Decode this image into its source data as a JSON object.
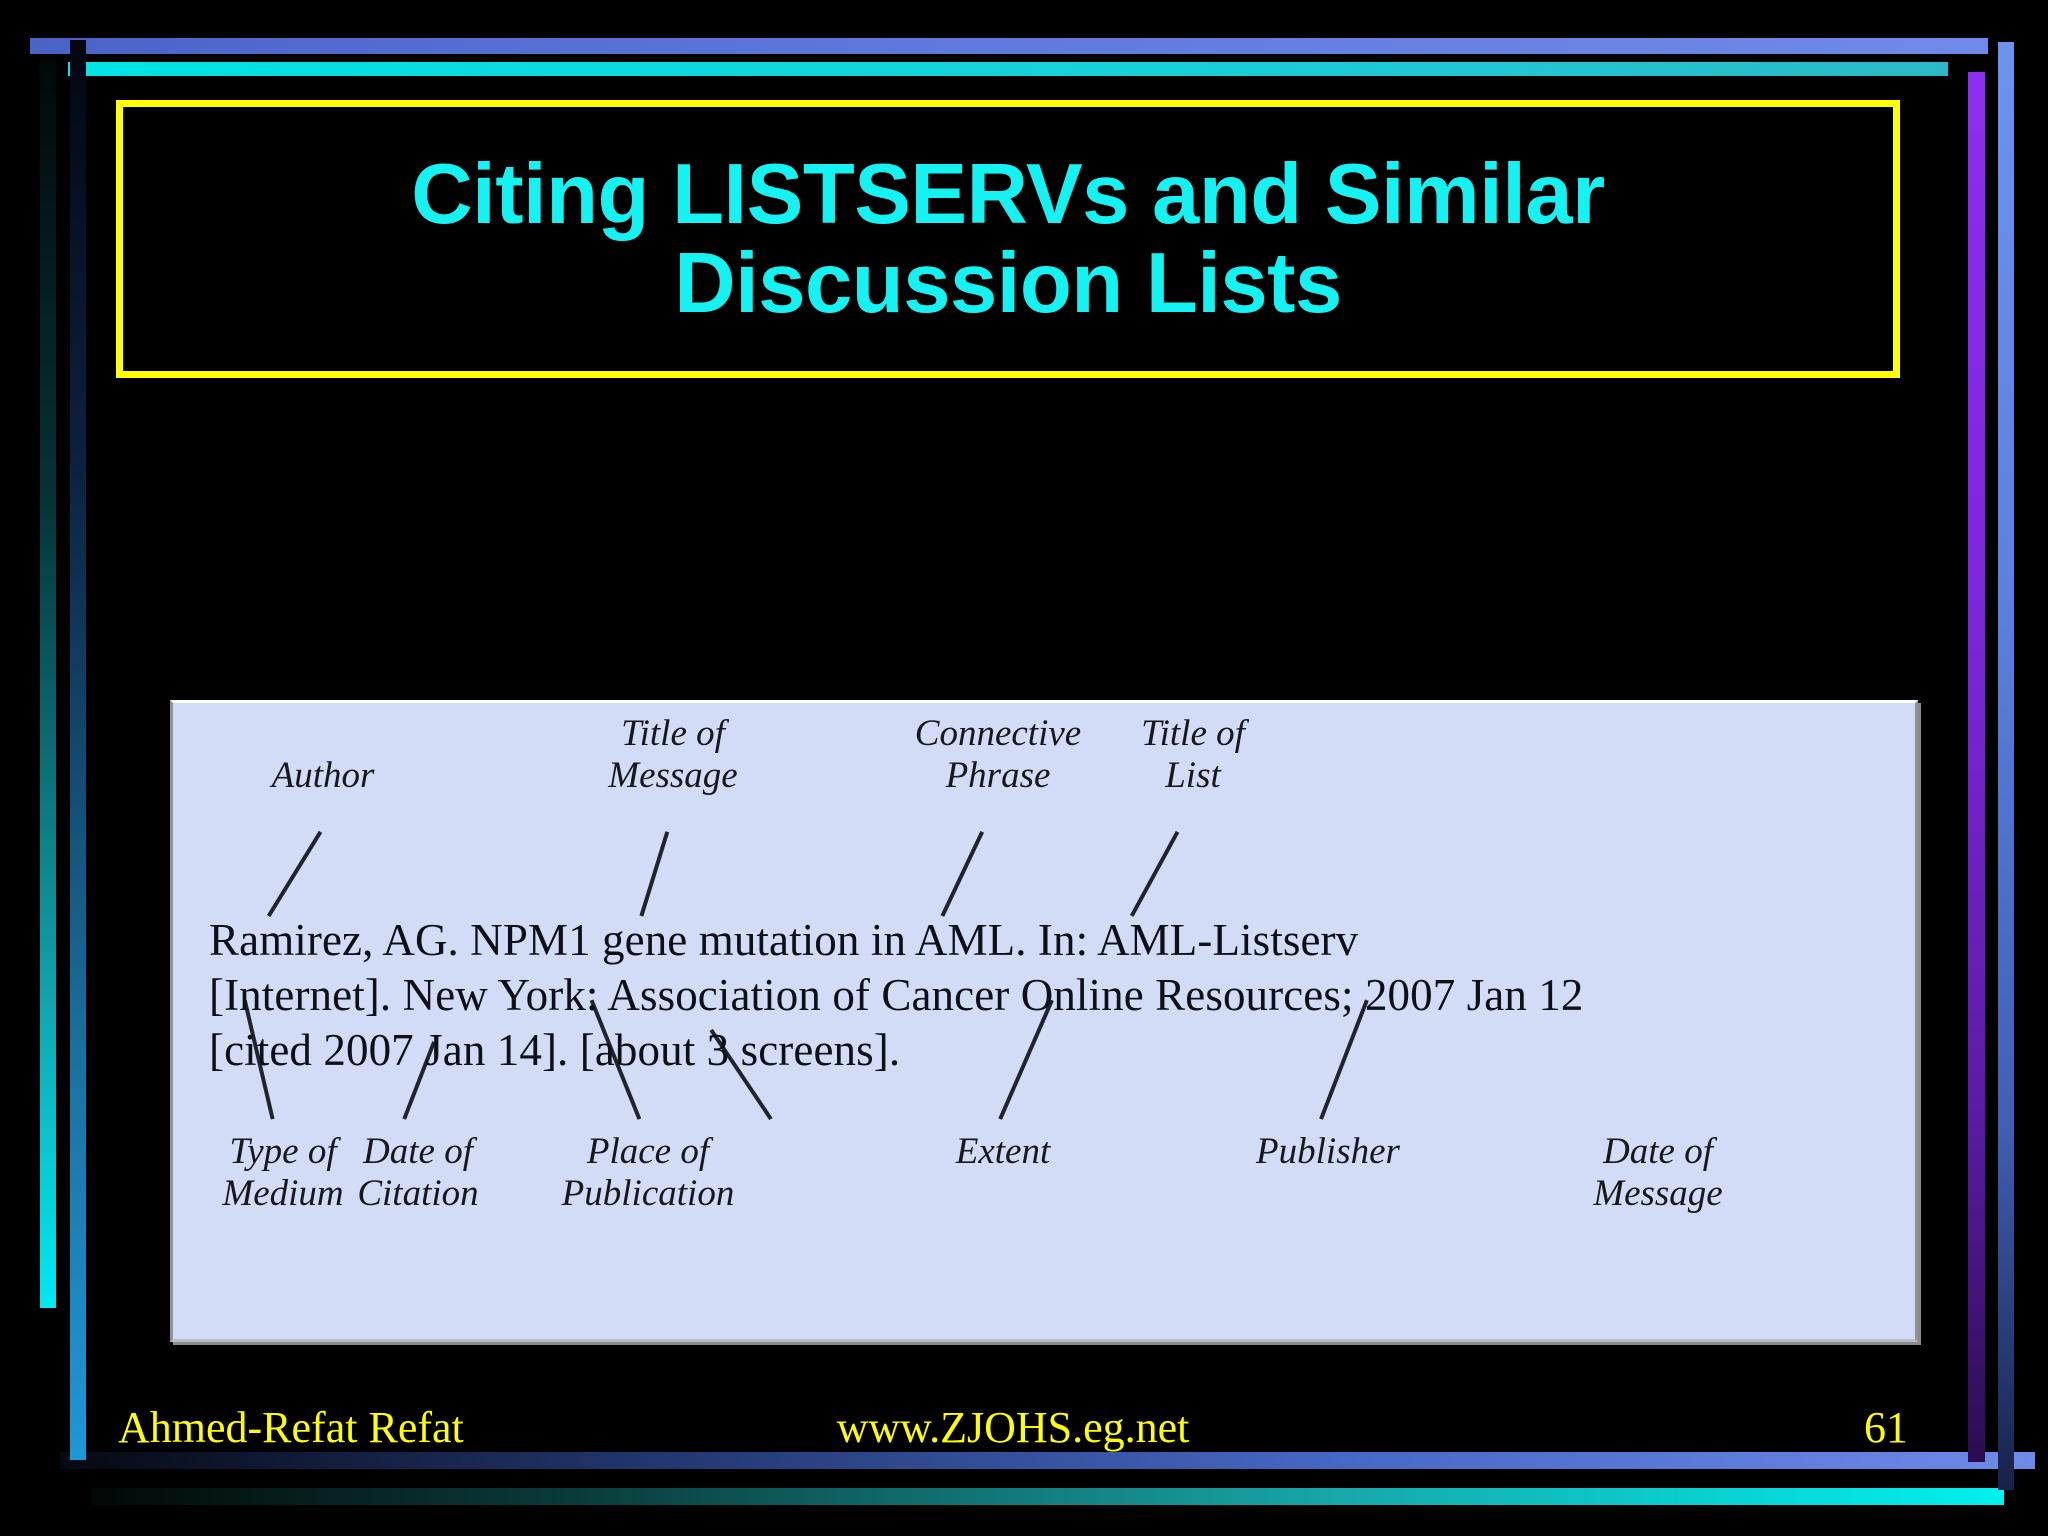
{
  "slide": {
    "title": "Citing LISTSERVs and Similar Discussion Lists",
    "accent_yellow": "#ffff00",
    "accent_cyan": "#16f2f2",
    "background": "#000000",
    "figure_background": "#d2dcf7"
  },
  "figure": {
    "citation": {
      "line1": "Ramirez, AG. NPM1 gene mutation in AML. In: AML-Listserv",
      "line2": "[Internet]. New York: Association of Cancer Online Resources; 2007 Jan 12",
      "line3": "[cited 2007 Jan 14]. [about 3 screens]."
    },
    "labels_top": [
      {
        "id": "author",
        "text": "Author"
      },
      {
        "id": "title-of-message",
        "text": "Title of\nMessage"
      },
      {
        "id": "connective-phrase",
        "text": "Connective\nPhrase"
      },
      {
        "id": "title-of-list",
        "text": "Title of\nList"
      }
    ],
    "labels_bottom": [
      {
        "id": "type-of-medium",
        "text": "Type of\nMedium"
      },
      {
        "id": "date-of-citation",
        "text": "Date of\nCitation"
      },
      {
        "id": "place-of-publication",
        "text": "Place of\nPublication"
      },
      {
        "id": "extent",
        "text": "Extent"
      },
      {
        "id": "publisher",
        "text": "Publisher"
      },
      {
        "id": "date-of-message",
        "text": "Date of\nMessage"
      }
    ]
  },
  "footer": {
    "author": "Ahmed-Refat Refat",
    "website": "www.ZJOHS.eg.net",
    "page_number": "61"
  }
}
